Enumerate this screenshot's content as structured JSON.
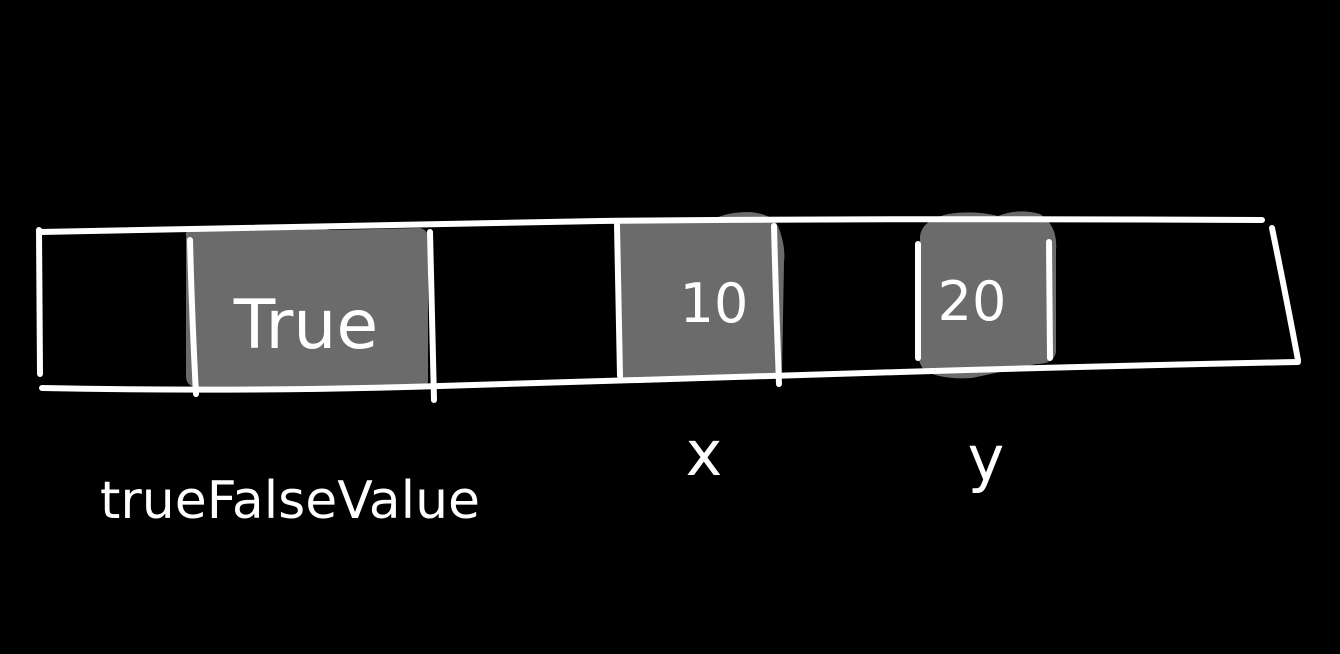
{
  "colors": {
    "background": "#000000",
    "stroke": "#ffffff",
    "cell_fill": "#6b6b6b"
  },
  "memory": {
    "cells": [
      {
        "value": "True",
        "label": "trueFalseValue"
      },
      {
        "value": "10",
        "label": "x"
      },
      {
        "value": "20",
        "label": "y"
      }
    ]
  }
}
